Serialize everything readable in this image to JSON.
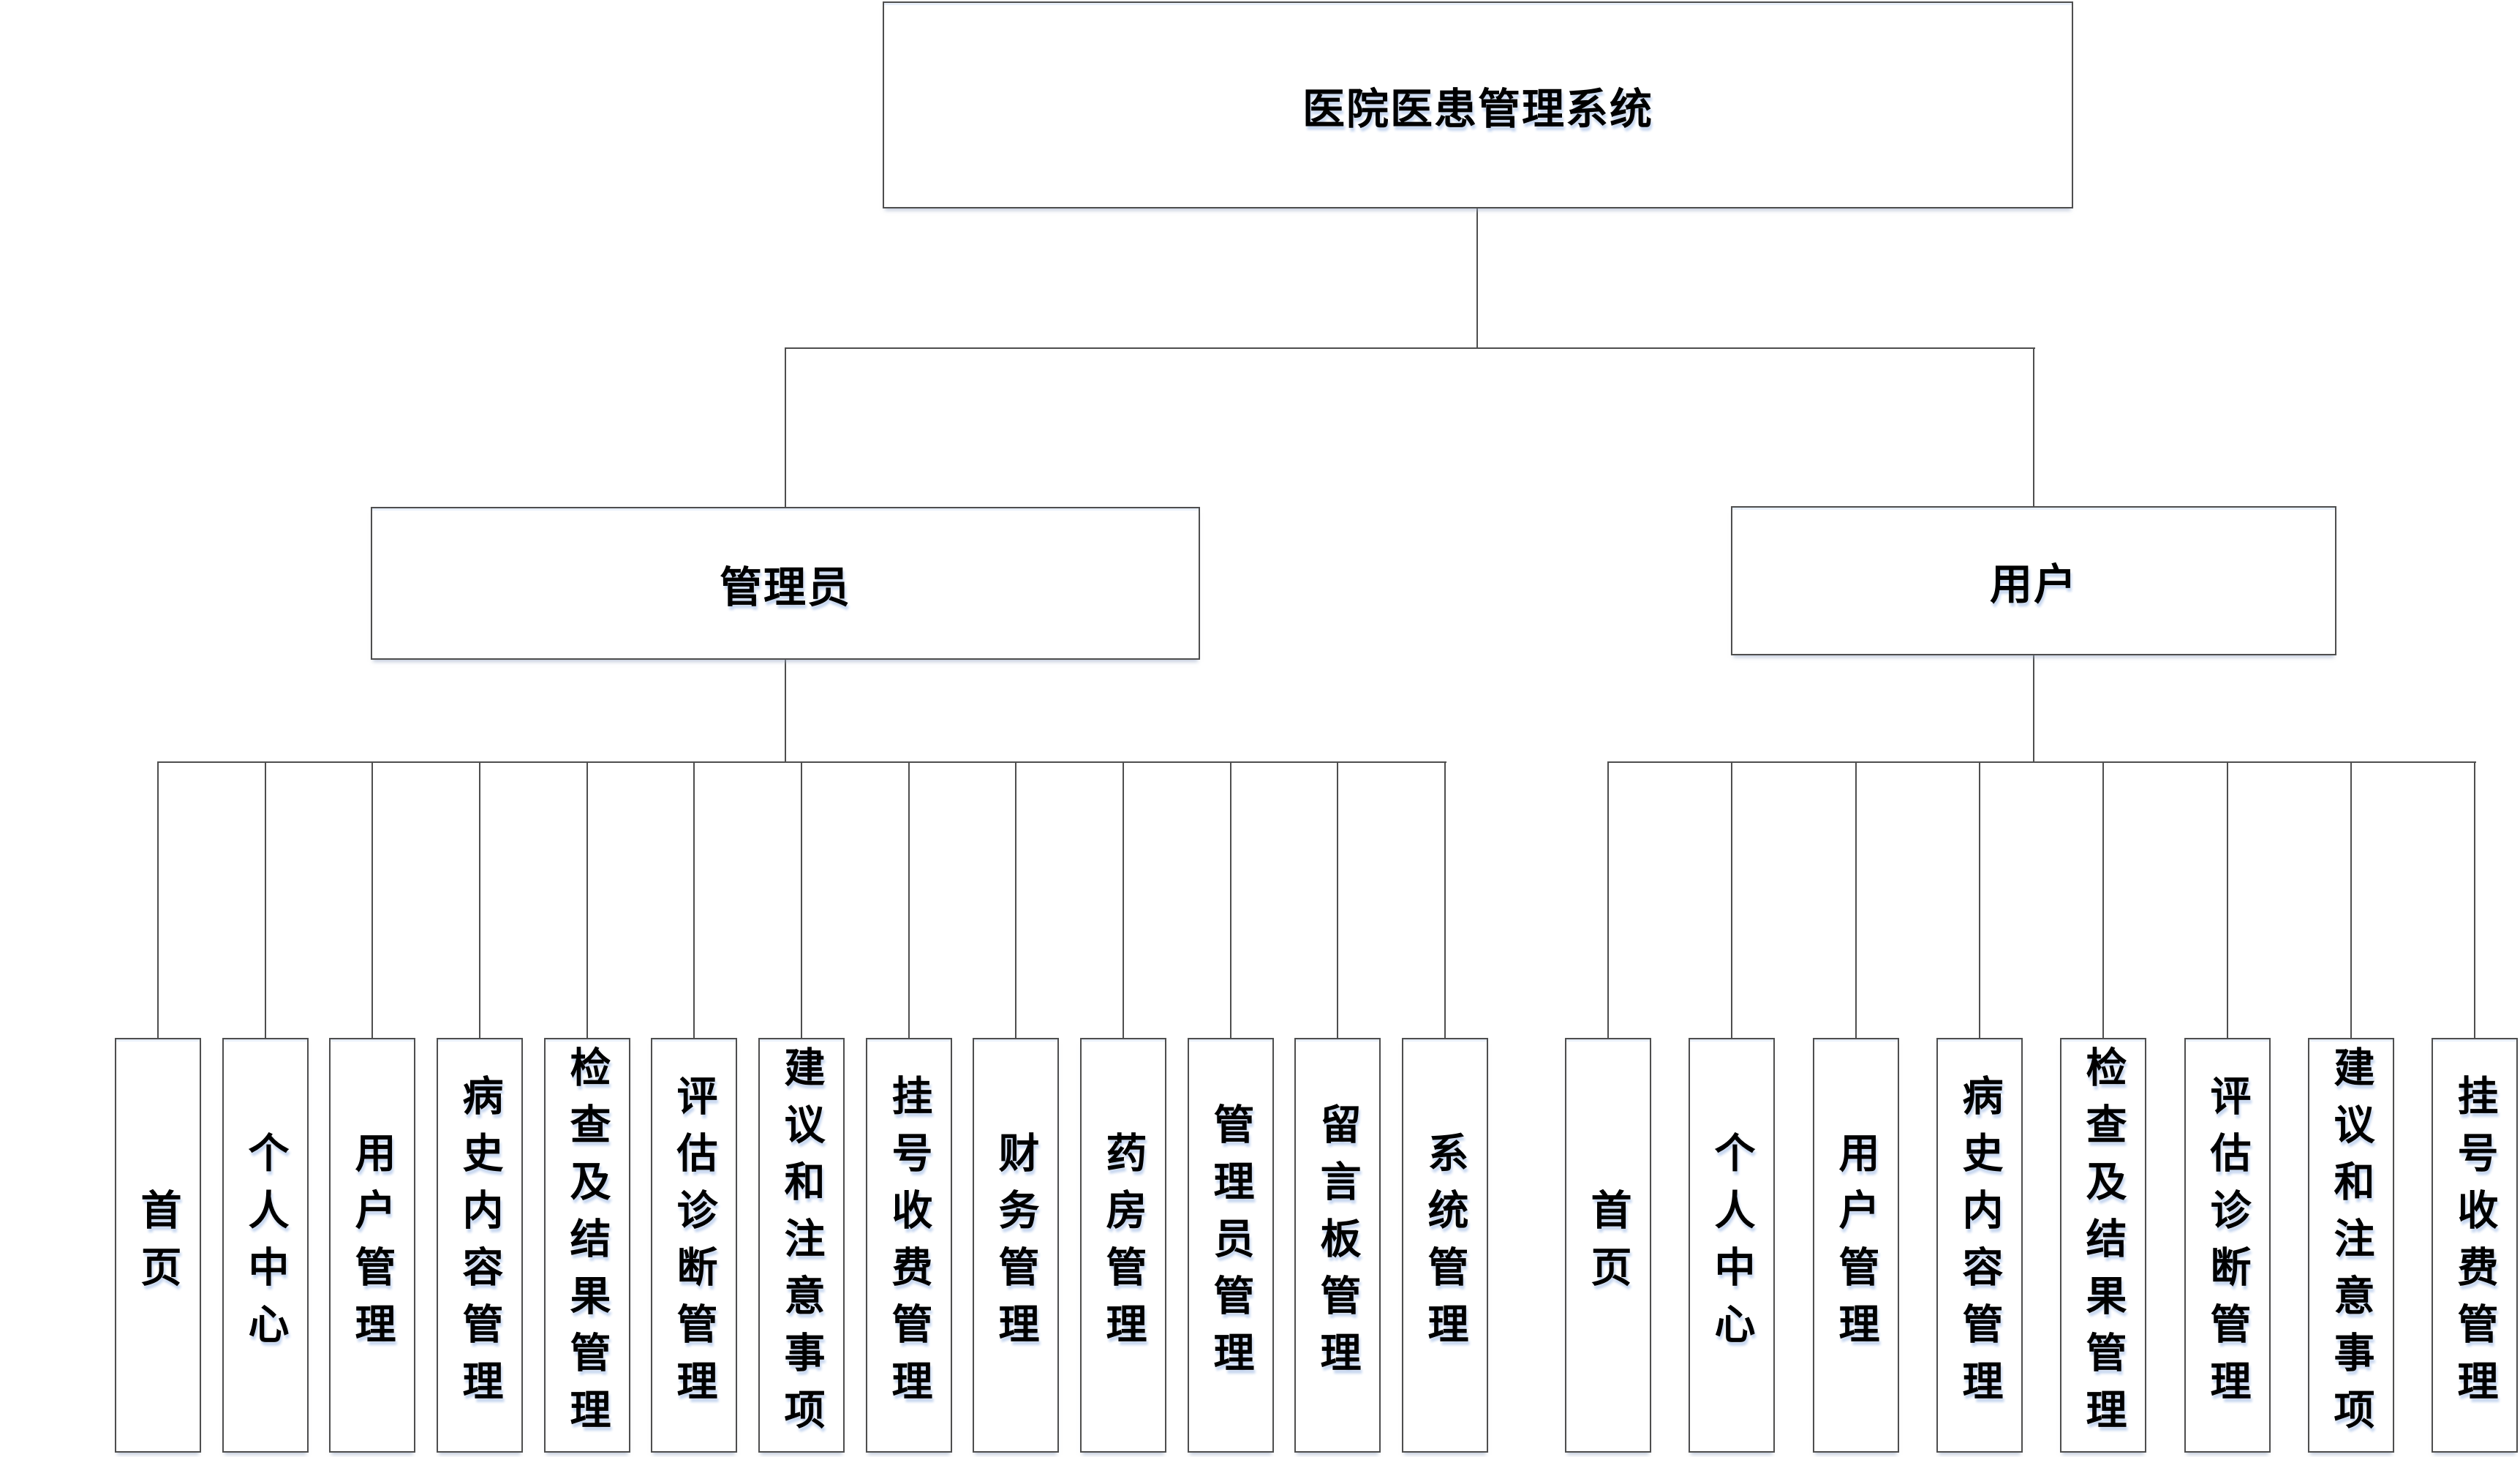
{
  "tree": {
    "root": {
      "label": "医院医患管理系统"
    },
    "branches": [
      {
        "label": "管理员",
        "children": [
          "首页",
          "个人中心",
          "用户管理",
          "病史内容管理",
          "检查及结果管理",
          "评估诊断管理",
          "建议和注意事项",
          "挂号收费管理",
          "财务管理",
          "药房管理",
          "管理员管理",
          "留言板管理",
          "系统管理"
        ]
      },
      {
        "label": "用户",
        "children": [
          "首页",
          "个人中心",
          "用户管理",
          "病史内容管理",
          "检查及结果管理",
          "评估诊断管理",
          "建议和注意事项",
          "挂号收费管理"
        ]
      }
    ]
  },
  "colors": {
    "background": "#ffffff",
    "line": "#4e4e4e",
    "text": "#000000",
    "text_shadow": "#c7d7f0"
  }
}
